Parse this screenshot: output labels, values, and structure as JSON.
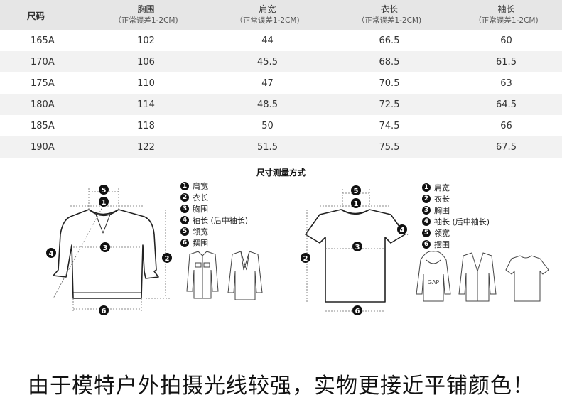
{
  "table": {
    "headers": [
      {
        "main": "尺码",
        "sub": ""
      },
      {
        "main": "胸围",
        "sub": "（正常误差1-2CM)"
      },
      {
        "main": "肩宽",
        "sub": "（正常误差1-2CM)"
      },
      {
        "main": "衣长",
        "sub": "（正常误差1-2CM)"
      },
      {
        "main": "袖长",
        "sub": "（正常误差1-2CM)"
      }
    ],
    "rows": [
      [
        "165A",
        "102",
        "44",
        "66.5",
        "60"
      ],
      [
        "170A",
        "106",
        "45.5",
        "68.5",
        "61.5"
      ],
      [
        "175A",
        "110",
        "47",
        "70.5",
        "63"
      ],
      [
        "180A",
        "114",
        "48.5",
        "72.5",
        "64.5"
      ],
      [
        "185A",
        "118",
        "50",
        "74.5",
        "66"
      ],
      [
        "190A",
        "122",
        "51.5",
        "75.5",
        "67.5"
      ]
    ]
  },
  "measure": {
    "title": "尺寸测量方式",
    "legend": [
      {
        "num": "1",
        "label": "肩宽"
      },
      {
        "num": "2",
        "label": "衣长"
      },
      {
        "num": "3",
        "label": "胸围"
      },
      {
        "num": "4",
        "label": "袖长 (后中袖长)"
      },
      {
        "num": "5",
        "label": "领宽"
      },
      {
        "num": "6",
        "label": "摆围"
      }
    ],
    "markers": [
      "1",
      "2",
      "3",
      "4",
      "5",
      "6"
    ],
    "gap_text": "GAP"
  },
  "footer": {
    "note": "由于模特户外拍摄光线较强，实物更接近平铺颜色！"
  }
}
